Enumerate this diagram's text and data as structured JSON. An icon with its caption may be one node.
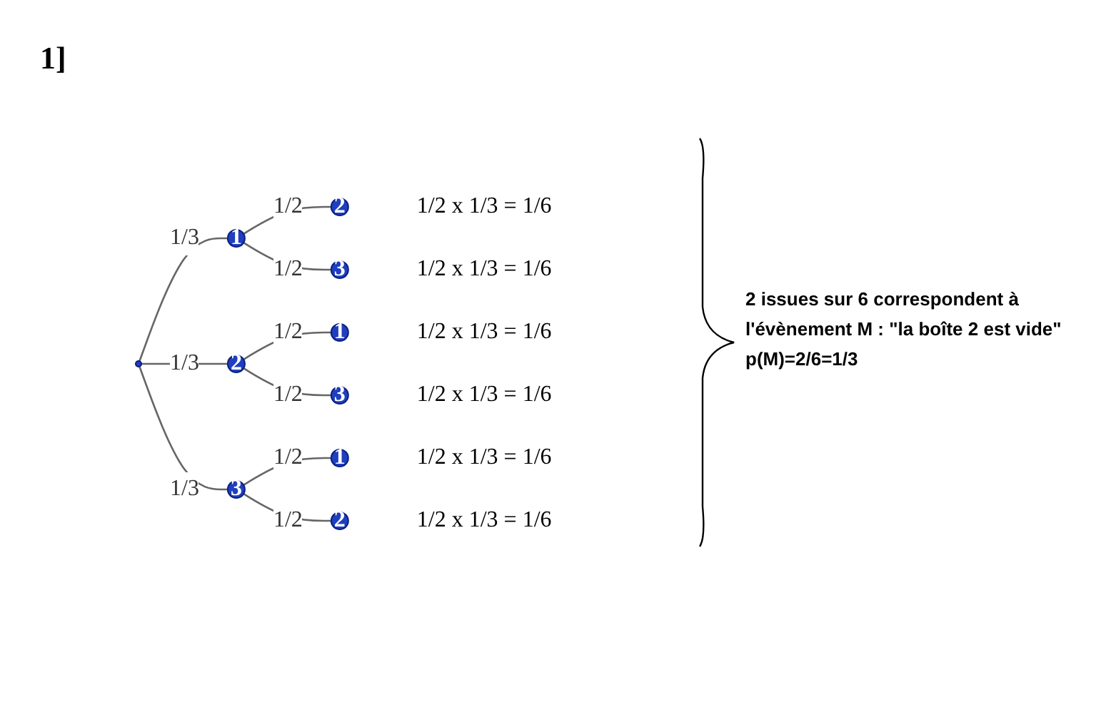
{
  "diagram": {
    "nodes": [
      {
        "text": [],
        "shape": "circle"
      },
      {
        "text": [
          "1"
        ]
      },
      {
        "text": [
          "2"
        ],
        "beside": [
          "1/2 x 1/3 = 1/6"
        ]
      },
      {
        "text": [
          "3"
        ],
        "beside": [
          "1/2 x 1/3 = 1/6"
        ]
      },
      {
        "text": [
          "2"
        ]
      },
      {
        "text": [
          "1"
        ],
        "beside": [
          "1/2 x 1/3 = 1/6"
        ]
      },
      {
        "text": [
          "3"
        ],
        "beside": [
          "1/2 x 1/3 = 1/6"
        ]
      },
      {
        "text": [
          "3"
        ]
      },
      {
        "text": [
          "1"
        ],
        "beside": [
          "1/2 x 1/3 = 1/6"
        ]
      },
      {
        "text": [
          "2"
        ],
        "beside": [
          "1/2 x 1/3 = 1/6"
        ]
      }
    ],
    "edges": [
      {
        "from": 0,
        "to": 1,
        "arrow": "none",
        "label": "1/3"
      },
      {
        "from": 1,
        "to": 2,
        "arrow": "none",
        "label": "1/2"
      },
      {
        "from": 1,
        "to": 3,
        "arrow": "none",
        "label": "1/2"
      },
      {
        "from": 0,
        "to": 4,
        "arrow": "none",
        "label": "1/3"
      },
      {
        "from": 4,
        "to": 5,
        "arrow": "none",
        "label": "1/2"
      },
      {
        "from": 4,
        "to": 6,
        "arrow": "none",
        "label": "1/2"
      },
      {
        "from": 0,
        "to": 7,
        "arrow": "none",
        "label": "1/3"
      },
      {
        "from": 7,
        "to": 8,
        "arrow": "none",
        "label": "1/2"
      },
      {
        "from": 7,
        "to": 9,
        "arrow": "none",
        "label": "1/2"
      }
    ],
    "labels": [
      "1]",
      "2 issues sur 6 correspondent à l'évènement M : \"la boîte 2 est vide\"",
      "p(M)=2/6=1/3"
    ]
  }
}
